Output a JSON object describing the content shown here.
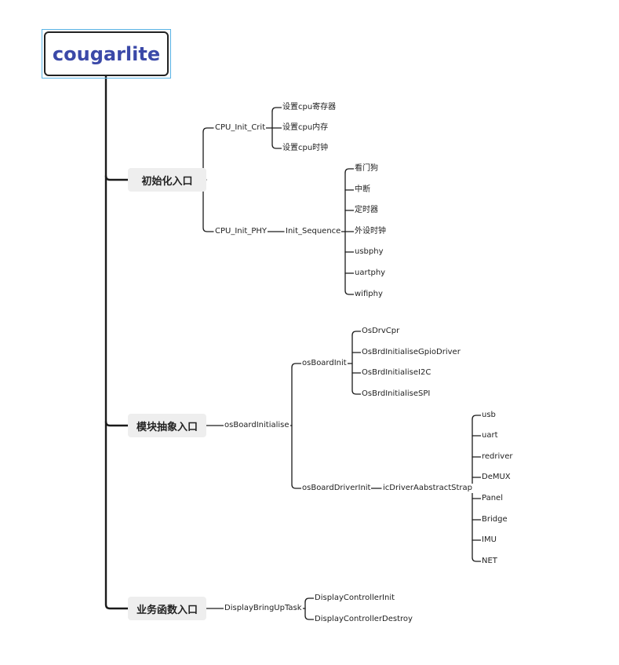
{
  "root": "cougarlite",
  "branches": [
    {
      "label": "初始化入口",
      "children": [
        {
          "label": "CPU_Init_Crit",
          "children": [
            "设置cpu寄存器",
            "设置cpu内存",
            "设置cpu时钟"
          ]
        },
        {
          "label": "CPU_Init_PHY",
          "via": "Init_Sequence",
          "children": [
            "看门狗",
            "中断",
            "定时器",
            "外设时钟",
            "usbphy",
            "uartphy",
            "wifiphy"
          ]
        }
      ]
    },
    {
      "label": "模块抽象入口",
      "via": "osBoardInitialise",
      "children": [
        {
          "label": "osBoardInit",
          "children": [
            "OsDrvCpr",
            "OsBrdInitialiseGpioDriver",
            "OsBrdInitialiseI2C",
            "OsBrdInitialiseSPI"
          ]
        },
        {
          "label": "osBoardDriverInit",
          "via": "icDriverAabstractStrap",
          "children": [
            "usb",
            "uart",
            "redriver",
            "DeMUX",
            "Panel",
            "Bridge",
            "IMU",
            "NET"
          ]
        }
      ]
    },
    {
      "label": "业务函数入口",
      "via": "DisplayBringUpTask",
      "children": [
        "DisplayControllerInit",
        "DisplayControllerDestroy"
      ]
    }
  ]
}
